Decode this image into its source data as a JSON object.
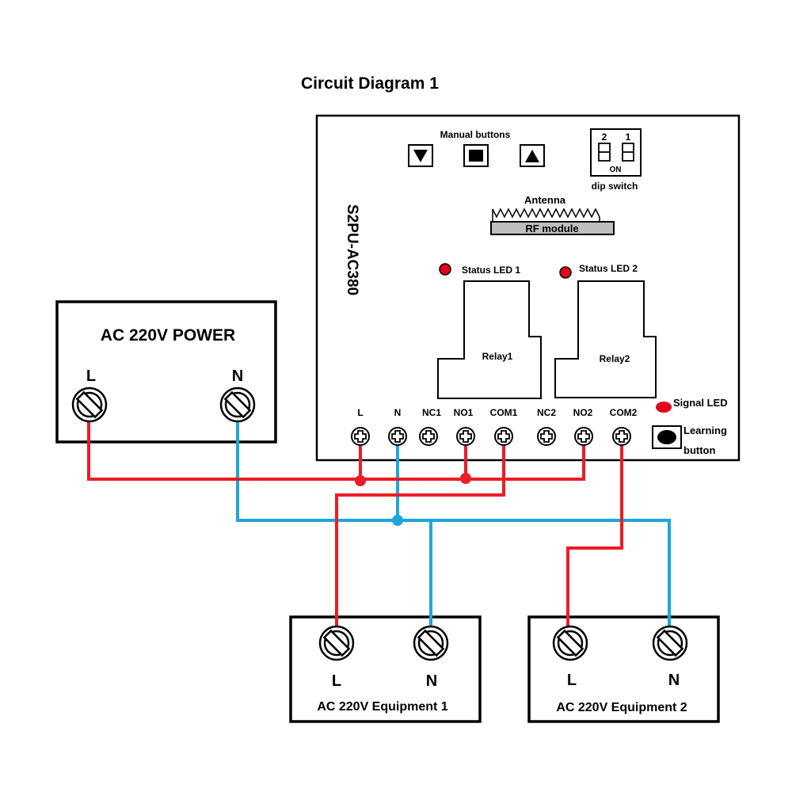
{
  "title": "Circuit Diagram 1",
  "colors": {
    "live": "#ee1c24",
    "neutral": "#1fa4de",
    "led": "#e4001b",
    "outline": "#000000"
  },
  "controller": {
    "model": "S2PU-AC380",
    "manual_buttons_label": "Manual buttons",
    "dip_switch": {
      "numbers": [
        "2",
        "1"
      ],
      "on_label": "ON",
      "label": "dip switch"
    },
    "antenna_label": "Antenna",
    "rf_module_label": "RF module",
    "status_led_1": "Status LED 1",
    "status_led_2": "Status LED 2",
    "relay1": "Relay1",
    "relay2": "Relay2",
    "signal_led": "Signal LED",
    "learning_button": [
      "Learning",
      "button"
    ],
    "terminals": [
      "L",
      "N",
      "NC1",
      "NO1",
      "COM1",
      "NC2",
      "NO2",
      "COM2"
    ]
  },
  "power": {
    "title": "AC 220V POWER",
    "l": "L",
    "n": "N"
  },
  "equipment1": {
    "title": "AC 220V Equipment 1",
    "l": "L",
    "n": "N"
  },
  "equipment2": {
    "title": "AC 220V Equipment 2",
    "l": "L",
    "n": "N"
  }
}
